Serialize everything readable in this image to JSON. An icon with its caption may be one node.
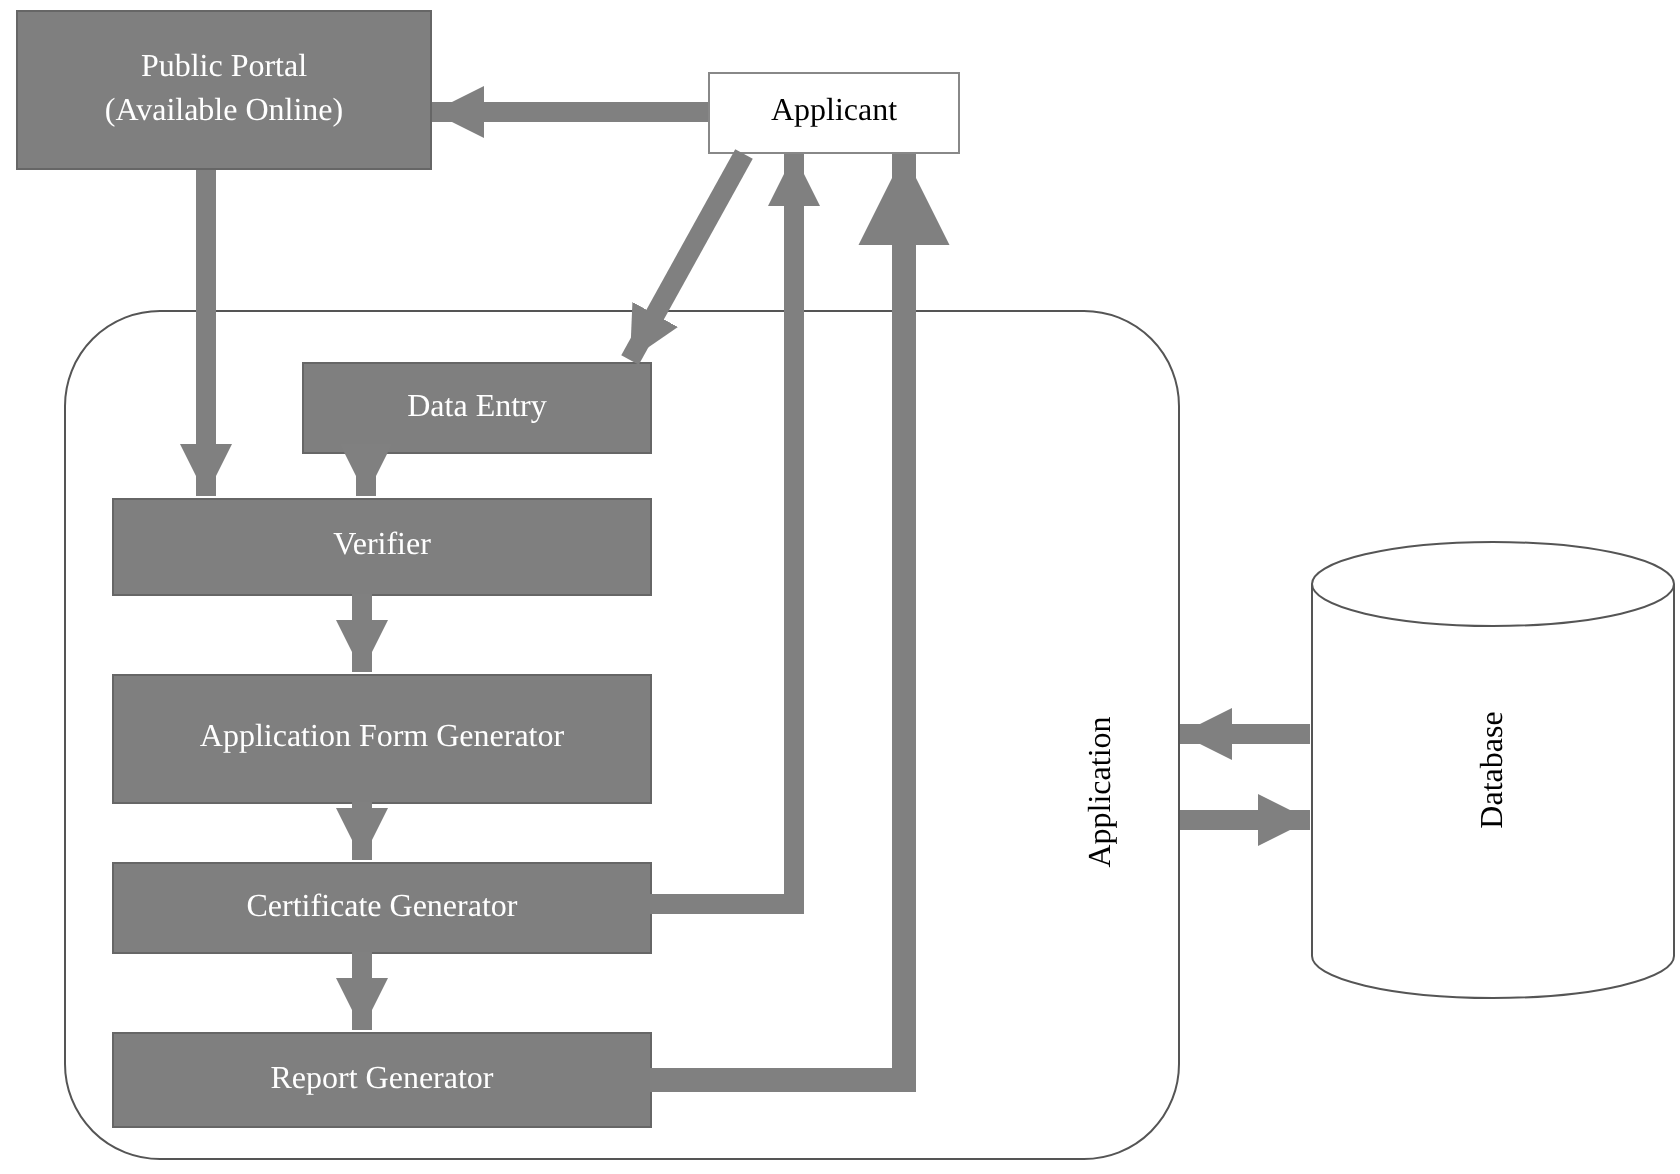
{
  "diagram": {
    "nodes": [
      {
        "text": [
          "Public Portal (Available Online)"
        ]
      },
      {
        "text": [
          "Applicant"
        ]
      },
      {
        "text": [
          "Application"
        ]
      },
      {
        "text": [
          "Data Entry"
        ],
        "in": 2
      },
      {
        "text": [
          "Verifier"
        ],
        "in": 2
      },
      {
        "text": [
          "Application Form Generator"
        ],
        "in": 2
      },
      {
        "text": [
          "Certificate Generator"
        ],
        "in": 2
      },
      {
        "text": [
          "Report Generator"
        ],
        "in": 2
      },
      {
        "text": [
          "Database"
        ]
      }
    ],
    "edges": [
      {
        "from": 1,
        "to": 0,
        "arrow": "to"
      },
      {
        "from": 0,
        "to": 4,
        "arrow": "to"
      },
      {
        "from": 1,
        "to": 3,
        "arrow": "to"
      },
      {
        "from": 3,
        "to": 4,
        "arrow": "to"
      },
      {
        "from": 4,
        "to": 5,
        "arrow": "to"
      },
      {
        "from": 5,
        "to": 6,
        "arrow": "to"
      },
      {
        "from": 6,
        "to": 7,
        "arrow": "to"
      },
      {
        "from": 6,
        "to": 1,
        "arrow": "to"
      },
      {
        "from": 7,
        "to": 1,
        "arrow": "to"
      },
      {
        "from": 8,
        "to": 2,
        "arrow": "to"
      },
      {
        "from": 2,
        "to": 8,
        "arrow": "to"
      }
    ]
  }
}
